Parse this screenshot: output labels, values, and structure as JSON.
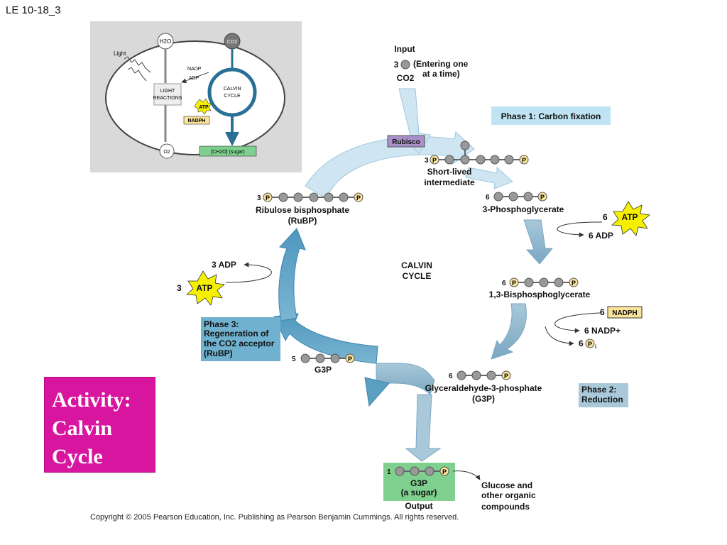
{
  "slide_title": "LE 10-18_3",
  "inset": {
    "h2o": "H2O",
    "co2": "CO2",
    "light": "Light",
    "nadp": "NADP",
    "adp": "ADP",
    "light_reactions_1": "LIGHT",
    "light_reactions_2": "REACTIONS",
    "calvin_1": "CALVIN",
    "calvin_2": "CYCLE",
    "atp": "ATP",
    "nadph": "NADPH",
    "o2": "O2",
    "sugar": "[CH2O] (sugar)"
  },
  "input": {
    "title": "Input",
    "count": "3",
    "entering_1": "(Entering one",
    "entering_2": "at a time)",
    "co2": "CO2"
  },
  "phase1": "Phase 1: Carbon fixation",
  "rubisco": "Rubisco",
  "short_lived": {
    "count": "3",
    "label_1": "Short-lived",
    "label_2": "intermediate"
  },
  "pga": {
    "count": "6",
    "label": "3-Phosphoglycerate"
  },
  "atp_right": {
    "count": "6",
    "label": "ATP",
    "adp": "6 ADP"
  },
  "bpg": {
    "count": "6",
    "label": "1,3-Bisphosphoglycerate"
  },
  "nadph_right": {
    "count": "6",
    "label": "NADPH",
    "nadp": "6 NADP+",
    "pi_count": "6",
    "pi": "P",
    "pi_sub": "i"
  },
  "g3p_bottom": {
    "count": "6",
    "label_1": "Glyceraldehyde-3-phosphate",
    "label_2": "(G3P)"
  },
  "phase2_1": "Phase 2:",
  "phase2_2": "Reduction",
  "g3p_left": {
    "count": "5",
    "label": "G3P"
  },
  "phase3": [
    "Phase 3:",
    "Regeneration of",
    "the CO2 acceptor",
    "(RuBP)"
  ],
  "atp_left": {
    "count": "3",
    "label": "ATP",
    "adp": "3 ADP"
  },
  "rubp": {
    "count": "3",
    "label_1": "Ribulose bisphosphate",
    "label_2": "(RuBP)"
  },
  "center_1": "CALVIN",
  "center_2": "CYCLE",
  "output": {
    "count": "1",
    "label_1": "G3P",
    "label_2": "(a sugar)",
    "label_3": "Output"
  },
  "glucose": [
    "Glucose and",
    "other organic",
    "compounds"
  ],
  "p_symbol": "P",
  "activity": [
    "Activity:",
    "Calvin",
    "Cycle"
  ],
  "copyright": "Copyright © 2005 Pearson Education, Inc. Publishing as Pearson Benjamin Cummings. All rights reserved.",
  "colors": {
    "cycle_arrow": "#5a9fc2",
    "light_arrow": "#cfe6f2",
    "phase_box": "#bfe3f2",
    "phase3_box": "#6fb1cf",
    "phase2_box": "#a9c8da",
    "output_box": "#7fcf8f",
    "rubisco": "#a88fc8",
    "atp": "#f6f000",
    "nadph": "#fbe49a",
    "activity": "#d8159f"
  }
}
